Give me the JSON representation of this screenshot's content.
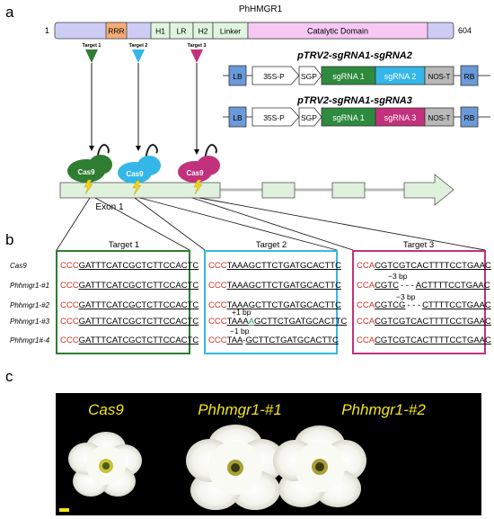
{
  "panel_labels": {
    "a": "a",
    "b": "b",
    "c": "c"
  },
  "protein": {
    "title": "PhHMGR1",
    "start": "1",
    "end": "604",
    "domains": {
      "rrr": "RRR",
      "h1": "H1",
      "lr": "LR",
      "h2": "H2",
      "linker": "Linker",
      "catalytic": "Catalytic Domain"
    }
  },
  "targets": {
    "t1": "Target 1",
    "t2": "Target 2",
    "t3": "Target 3"
  },
  "constructs": [
    {
      "name": "pTRV2-sgRNA1-sgRNA2",
      "lb": "LB",
      "promoter": "35S-P",
      "sgp": "SGP",
      "sg1": "sgRNA 1",
      "sg2": "sgRNA 2",
      "term": "NOS-T",
      "rb": "RB"
    },
    {
      "name": "pTRV2-sgRNA1-sgRNA3",
      "lb": "LB",
      "promoter": "35S-P",
      "sgp": "SGP",
      "sg1": "sgRNA 1",
      "sg2": "sgRNA 3",
      "term": "NOS-T",
      "rb": "RB"
    }
  ],
  "cas9_label": "Cas9",
  "exon_label": "Exon 1",
  "alignment": {
    "titles": [
      "Target 1",
      "Target 2",
      "Target 3"
    ],
    "row_labels": [
      "Cas9",
      "Phhmgr1-#1",
      "Phhmgr1-#2",
      "Phhmgr1-#3",
      "Phhmgr1#-4"
    ],
    "t1": {
      "pam": "CCC",
      "seqs": [
        "GATTTCATCGCTCTTCCACTC",
        "GATTTCATCGCTCTTCCACTC",
        "GATTTCATCGCTCTTCCACTC",
        "GATTTCATCGCTCTTCCACTC",
        "GATTTCATCGCTCTTCCACTC"
      ]
    },
    "t2": {
      "pam": "CCC",
      "rows": [
        {
          "a": "TAAAGCTTCTGATGCACTTC"
        },
        {
          "a": "TAAAGCTTCTGATGCACTTC"
        },
        {
          "a": "TAAAGCTTCTGATGCACTTC"
        },
        {
          "a": "TAAA",
          "ins": "A",
          "b": "GCTTCTGATGCACTTC",
          "note": "+1 bp"
        },
        {
          "a": "TAA",
          "del": "-",
          "b": "GCTTCTGATGCACTTC",
          "note": "−1 bp"
        }
      ]
    },
    "t3": {
      "pam": "CCA",
      "rows": [
        {
          "a": "CGTCGTCACTTTTCCTGAAC"
        },
        {
          "a": "CGTC",
          "del": "- - -",
          "b": "ACTTTTCCTGAAC",
          "note": "−3 bp"
        },
        {
          "a": "CGTCG",
          "del": "- - -",
          "b": "CTTTTCCTGAAC",
          "note": "−3 bp"
        },
        {
          "a": "CGTCGTCACTTTTCCTGAAC"
        },
        {
          "a": "CGTCGTCACTTTTCCTGAAC"
        }
      ]
    }
  },
  "photo": {
    "labels": [
      "Cas9",
      "Phhmgr1-#1",
      "Phhmgr1-#2"
    ]
  },
  "colors": {
    "green": "#2e7d32",
    "cyan": "#34b7e8",
    "magenta": "#c2317b",
    "pam_red": "#d03020",
    "domain_blue": "#ccccf5",
    "rrr_orange": "#f4ad78",
    "h_green": "#e0f5e0",
    "cat_pink": "#f8c8f4",
    "photo_text": "#f2e516"
  }
}
